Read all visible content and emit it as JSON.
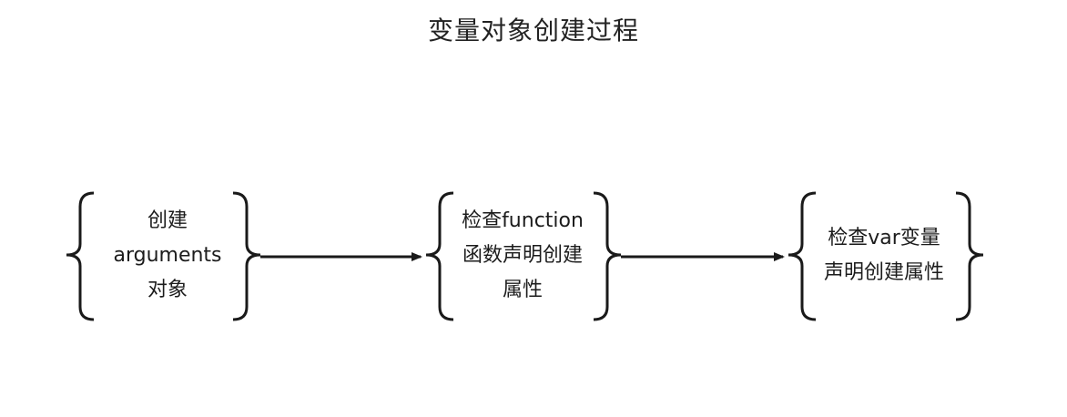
{
  "diagram": {
    "title": "变量对象创建过程",
    "nodes": [
      {
        "id": "create-arguments",
        "lines": [
          "创建",
          "arguments",
          "对象"
        ]
      },
      {
        "id": "check-function",
        "lines": [
          "检查function",
          "函数声明创建",
          "属性"
        ]
      },
      {
        "id": "check-var",
        "lines": [
          "检查var变量",
          "声明创建属性"
        ]
      }
    ],
    "edges": [
      {
        "from": "create-arguments",
        "to": "check-function"
      },
      {
        "from": "check-function",
        "to": "check-var"
      }
    ],
    "colors": {
      "stroke": "#1a1a1a",
      "text": "#1c1c1c",
      "background": "#ffffff"
    }
  }
}
